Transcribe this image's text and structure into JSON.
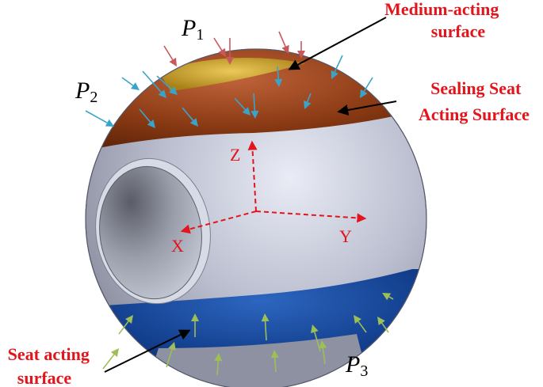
{
  "colors": {
    "medium_arrow": "#c9585d",
    "sealing_arrow": "#3aa4c8",
    "seat_arrow": "#9cbf58",
    "annotation_text": "#e3141b",
    "axis": "#e3141b",
    "top_cap": "#caa020",
    "top_band": "#8c3a12",
    "bottom_band": "#0f3d8a",
    "ball_body": "#b7bccc"
  },
  "labels": {
    "medium_line1": "Medium-acting",
    "medium_line2": "surface",
    "sealing_line1": "Sealing Seat",
    "sealing_line2": "Acting Surface",
    "seat_line1": "Seat acting",
    "seat_line2": "surface"
  },
  "pressures": {
    "p1": {
      "symbol": "P",
      "sub": "1"
    },
    "p2": {
      "symbol": "P",
      "sub": "2"
    },
    "p3": {
      "symbol": "P",
      "sub": "3"
    }
  },
  "axes": {
    "x": "X",
    "y": "Y",
    "z": "Z"
  }
}
